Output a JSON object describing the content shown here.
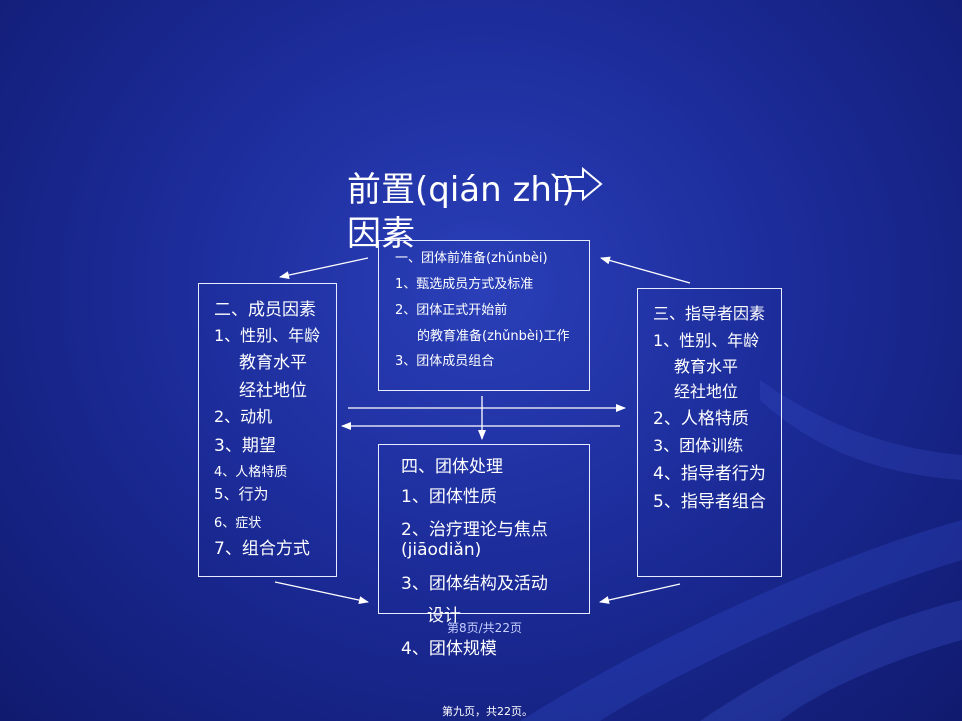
{
  "title": {
    "line1": "前置(qián zhì)",
    "line2": "因素"
  },
  "box1": {
    "lines": [
      "一、团体前准备(zhǔnbèi)",
      "1、甄选成员方式及标准",
      "2、团体正式开始前",
      "的教育准备(zhǔnbèi)工作",
      "3、团体成员组合"
    ]
  },
  "box2": {
    "lines": [
      "二、成员因素",
      "1、性别、年龄",
      "教育水平",
      "经社地位",
      "2、动机",
      "3、期望",
      "4、人格特质",
      "5、行为",
      "6、症状",
      "7、组合方式"
    ]
  },
  "box3": {
    "lines": [
      "三、指导者因素",
      "1、性别、年龄",
      "教育水平",
      "经社地位",
      "2、人格特质",
      "3、团体训练",
      "4、指导者行为",
      "5、指导者组合"
    ]
  },
  "box4": {
    "lines": [
      "四、团体处理",
      "1、团体性质",
      "2、治疗理论与焦点",
      "(jiāodiǎn)",
      "3、团体结构及活动",
      "设计",
      "4、团体规模"
    ]
  },
  "footer": {
    "page_mid": "第8页/共22页",
    "page_bottom": "第九页，共22页。"
  },
  "colors": {
    "background": "#1c2c9a",
    "text": "#ffffff",
    "box_border": "#e8ecff"
  }
}
